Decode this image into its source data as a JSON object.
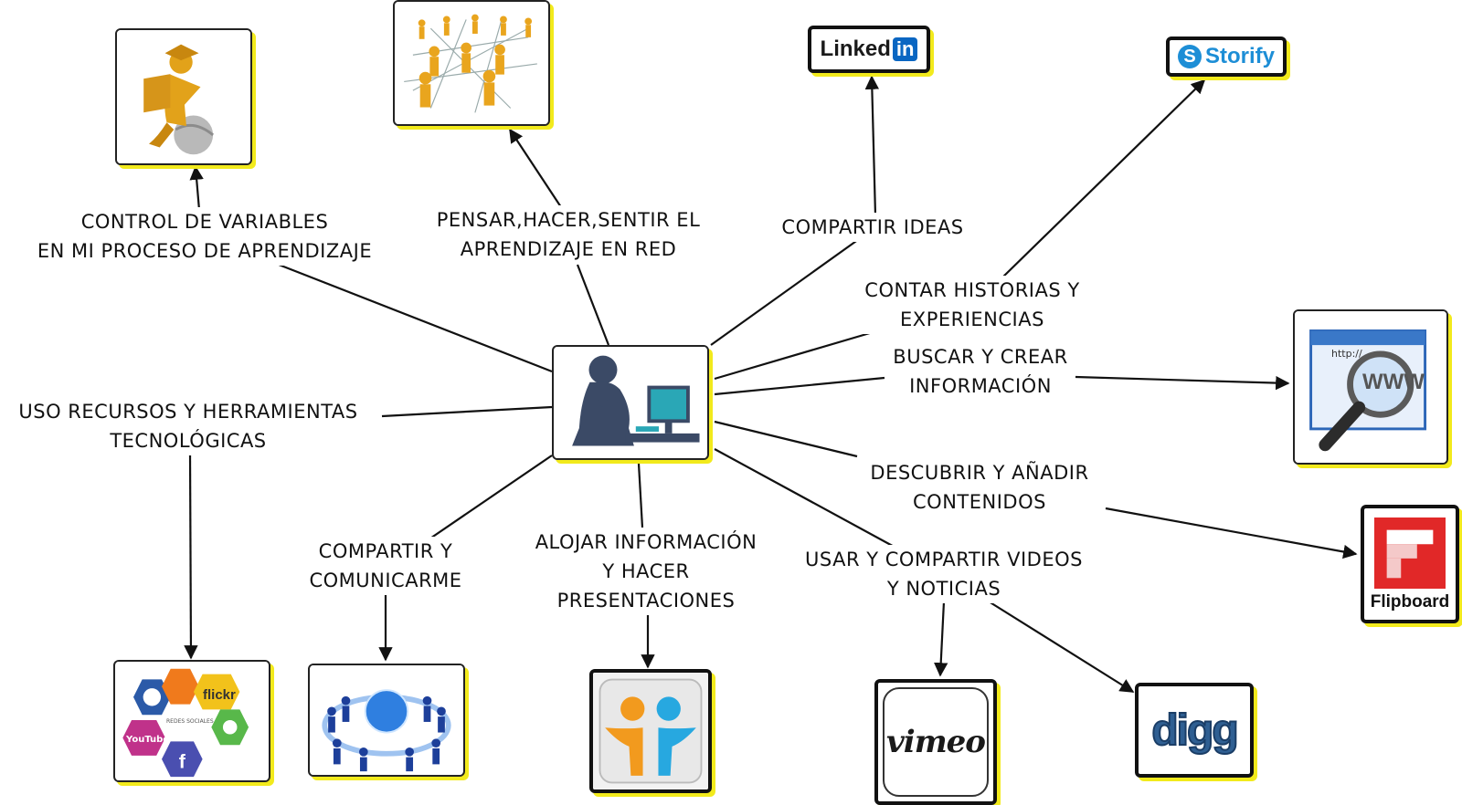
{
  "labels": {
    "control": [
      "CONTROL DE VARIABLES",
      "EN MI PROCESO DE APRENDIZAJE"
    ],
    "pensar": [
      "PENSAR,HACER,SENTIR EL",
      "APRENDIZAJE EN RED"
    ],
    "compartir_ideas": [
      "COMPARTIR IDEAS"
    ],
    "contar": [
      "CONTAR HISTORIAS Y",
      "EXPERIENCIAS"
    ],
    "buscar": [
      "BUSCAR Y CREAR",
      "INFORMACIÓN"
    ],
    "uso": [
      "USO RECURSOS Y HERRAMIENTAS",
      "TECNOLÓGICAS"
    ],
    "descubrir": [
      "DESCUBRIR Y AÑADIR",
      "CONTENIDOS"
    ],
    "comunicarme": [
      "COMPARTIR Y",
      "COMUNICARME"
    ],
    "alojar": [
      "ALOJAR INFORMACIÓN",
      "Y HACER",
      "PRESENTACIONES"
    ],
    "videos": [
      "USAR Y COMPARTIR VIDEOS",
      "Y NOTICIAS"
    ]
  },
  "logos": {
    "linkedin": {
      "text": "Linked",
      "box": "in"
    },
    "storify": "Storify",
    "flipboard": "Flipboard",
    "vimeo": "vimeo",
    "digg": "digg",
    "www": {
      "url": "http://",
      "text": "WWW"
    },
    "social": {
      "flickr": "flickr",
      "youtube": "YouTube",
      "center": "REDES SOCIALES"
    }
  },
  "colors": {
    "shadow": "#f2ea1c",
    "line": "#111111",
    "gold": "#e2a21a",
    "linkedin_blue": "#0a66c2",
    "storify_blue": "#1d8ed6",
    "flipboard_red": "#e12828",
    "digg_blue": "#2f5f92",
    "slideshare_orange": "#f29a1e",
    "slideshare_blue": "#27a8e0"
  }
}
